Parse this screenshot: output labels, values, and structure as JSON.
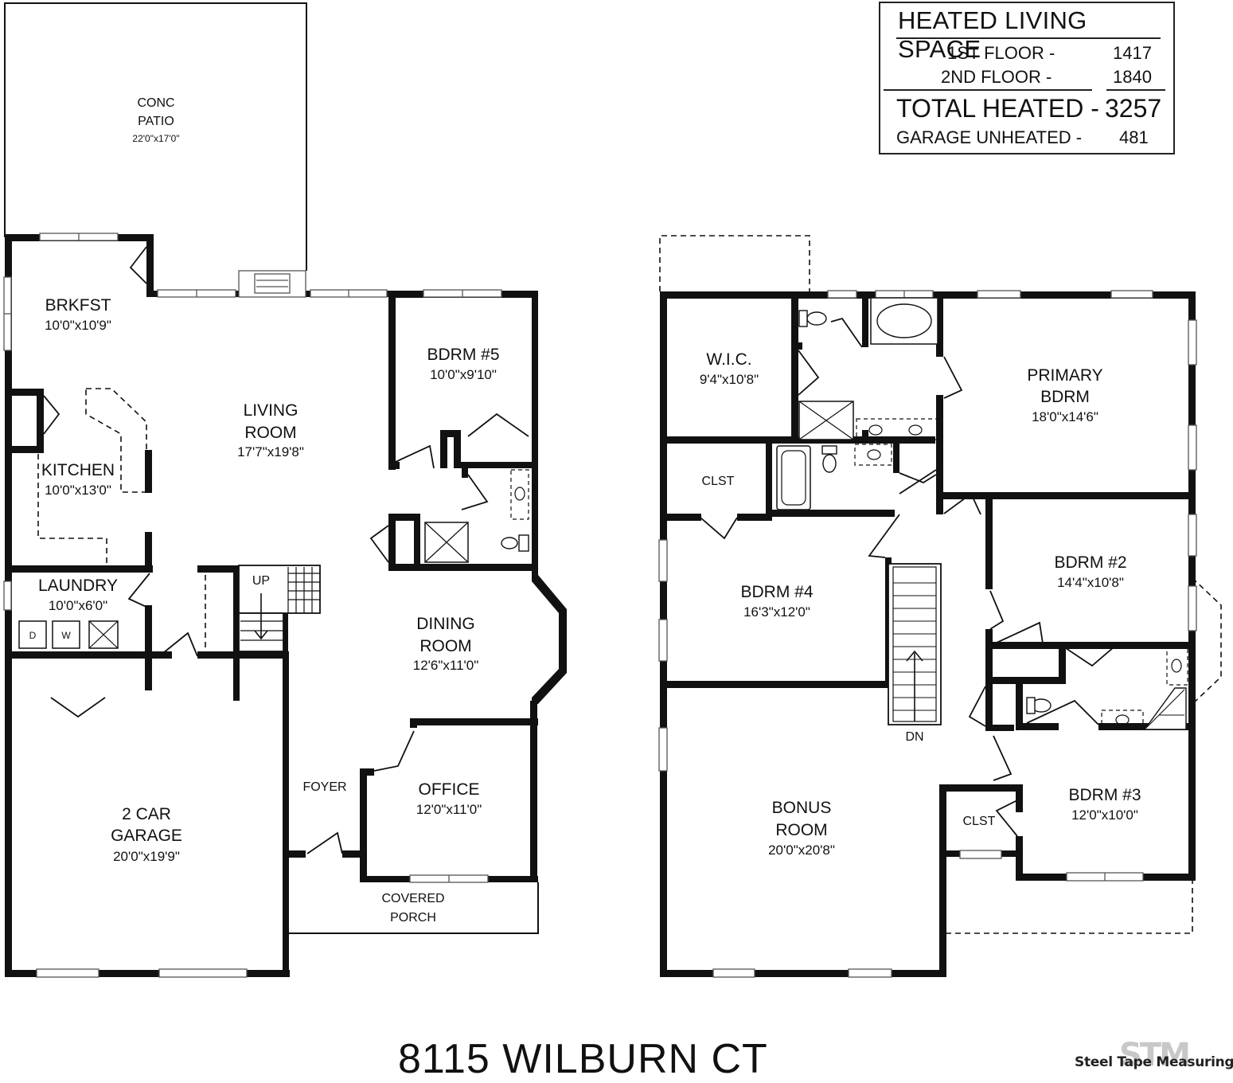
{
  "summary": {
    "title": "HEATED LIVING SPACE",
    "first_floor_label": "1ST FLOOR -",
    "first_floor_value": "1417",
    "second_floor_label": "2ND FLOOR -",
    "second_floor_value": "1840",
    "total_label": "TOTAL HEATED -",
    "total_value": "3257",
    "garage_label": "GARAGE UNHEATED -",
    "garage_value": "481"
  },
  "address": "8115 WILBURN CT",
  "company": {
    "monogram": "STM",
    "name": "Steel Tape Measuring"
  },
  "first_floor": {
    "patio": {
      "line1": "CONC",
      "line2": "PATIO",
      "dims": "22'0\"x17'0\""
    },
    "brkfst": {
      "name": "BRKFST",
      "dims": "10'0\"x10'9\""
    },
    "living": {
      "line1": "LIVING",
      "line2": "ROOM",
      "dims": "17'7\"x19'8\""
    },
    "bdrm5": {
      "name": "BDRM #5",
      "dims": "10'0\"x9'10\""
    },
    "kitchen": {
      "name": "KITCHEN",
      "dims": "10'0\"x13'0\""
    },
    "laundry": {
      "name": "LAUNDRY",
      "dims": "10'0\"x6'0\""
    },
    "dryer": "D",
    "washer": "W",
    "stairs_up": "UP",
    "dining": {
      "line1": "DINING",
      "line2": "ROOM",
      "dims": "12'6\"x11'0\""
    },
    "garage": {
      "line1": "2 CAR",
      "line2": "GARAGE",
      "dims": "20'0\"x19'9\""
    },
    "foyer": "FOYER",
    "office": {
      "name": "OFFICE",
      "dims": "12'0\"x11'0\""
    },
    "porch": {
      "line1": "COVERED",
      "line2": "PORCH"
    }
  },
  "second_floor": {
    "wic": {
      "name": "W.I.C.",
      "dims": "9'4\"x10'8\""
    },
    "primary": {
      "line1": "PRIMARY",
      "line2": "BDRM",
      "dims": "18'0\"x14'6\""
    },
    "clst1": "CLST",
    "bdrm4": {
      "name": "BDRM #4",
      "dims": "16'3\"x12'0\""
    },
    "bdrm2": {
      "name": "BDRM #2",
      "dims": "14'4\"x10'8\""
    },
    "stairs_down": "DN",
    "bonus": {
      "line1": "BONUS",
      "line2": "ROOM",
      "dims": "20'0\"x20'8\""
    },
    "bdrm3": {
      "name": "BDRM #3",
      "dims": "12'0\"x10'0\""
    },
    "clst2": "CLST"
  }
}
